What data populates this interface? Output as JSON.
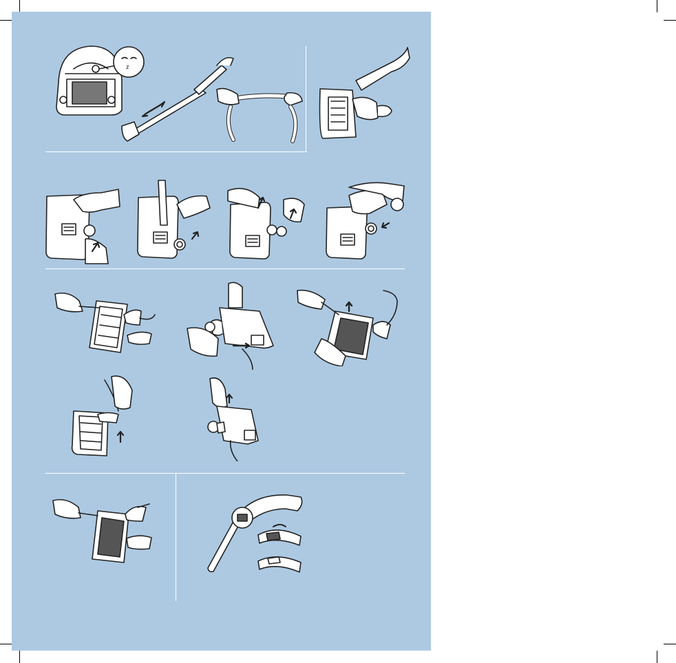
{
  "page": {
    "background": "#ffffff",
    "panel_color": "#adc9e2",
    "line_color": "#222222",
    "fill_color": "#ffffff"
  },
  "illustrations": [
    {
      "id": "vacuum-cleaner-with-hose-and-tube",
      "icon": "vacuum-cleaner-icon"
    },
    {
      "id": "hand-holding-floor-nozzle",
      "icon": "floor-nozzle-icon"
    },
    {
      "id": "nozzle-step-1",
      "icon": "floor-nozzle-icon"
    },
    {
      "id": "nozzle-step-2",
      "icon": "floor-nozzle-icon"
    },
    {
      "id": "nozzle-step-3",
      "icon": "floor-nozzle-icon"
    },
    {
      "id": "nozzle-step-4",
      "icon": "floor-nozzle-icon"
    },
    {
      "id": "brush-cleaning-1",
      "icon": "turbo-brush-icon"
    },
    {
      "id": "brush-cleaning-2",
      "icon": "turbo-brush-icon"
    },
    {
      "id": "brush-cleaning-3",
      "icon": "turbo-brush-icon"
    },
    {
      "id": "brush-cleaning-4",
      "icon": "turbo-brush-icon"
    },
    {
      "id": "brush-cleaning-5",
      "icon": "turbo-brush-icon"
    },
    {
      "id": "brush-cleaning-6",
      "icon": "turbo-brush-icon"
    },
    {
      "id": "handle-air-regulator",
      "icon": "handle-slider-icon"
    }
  ]
}
